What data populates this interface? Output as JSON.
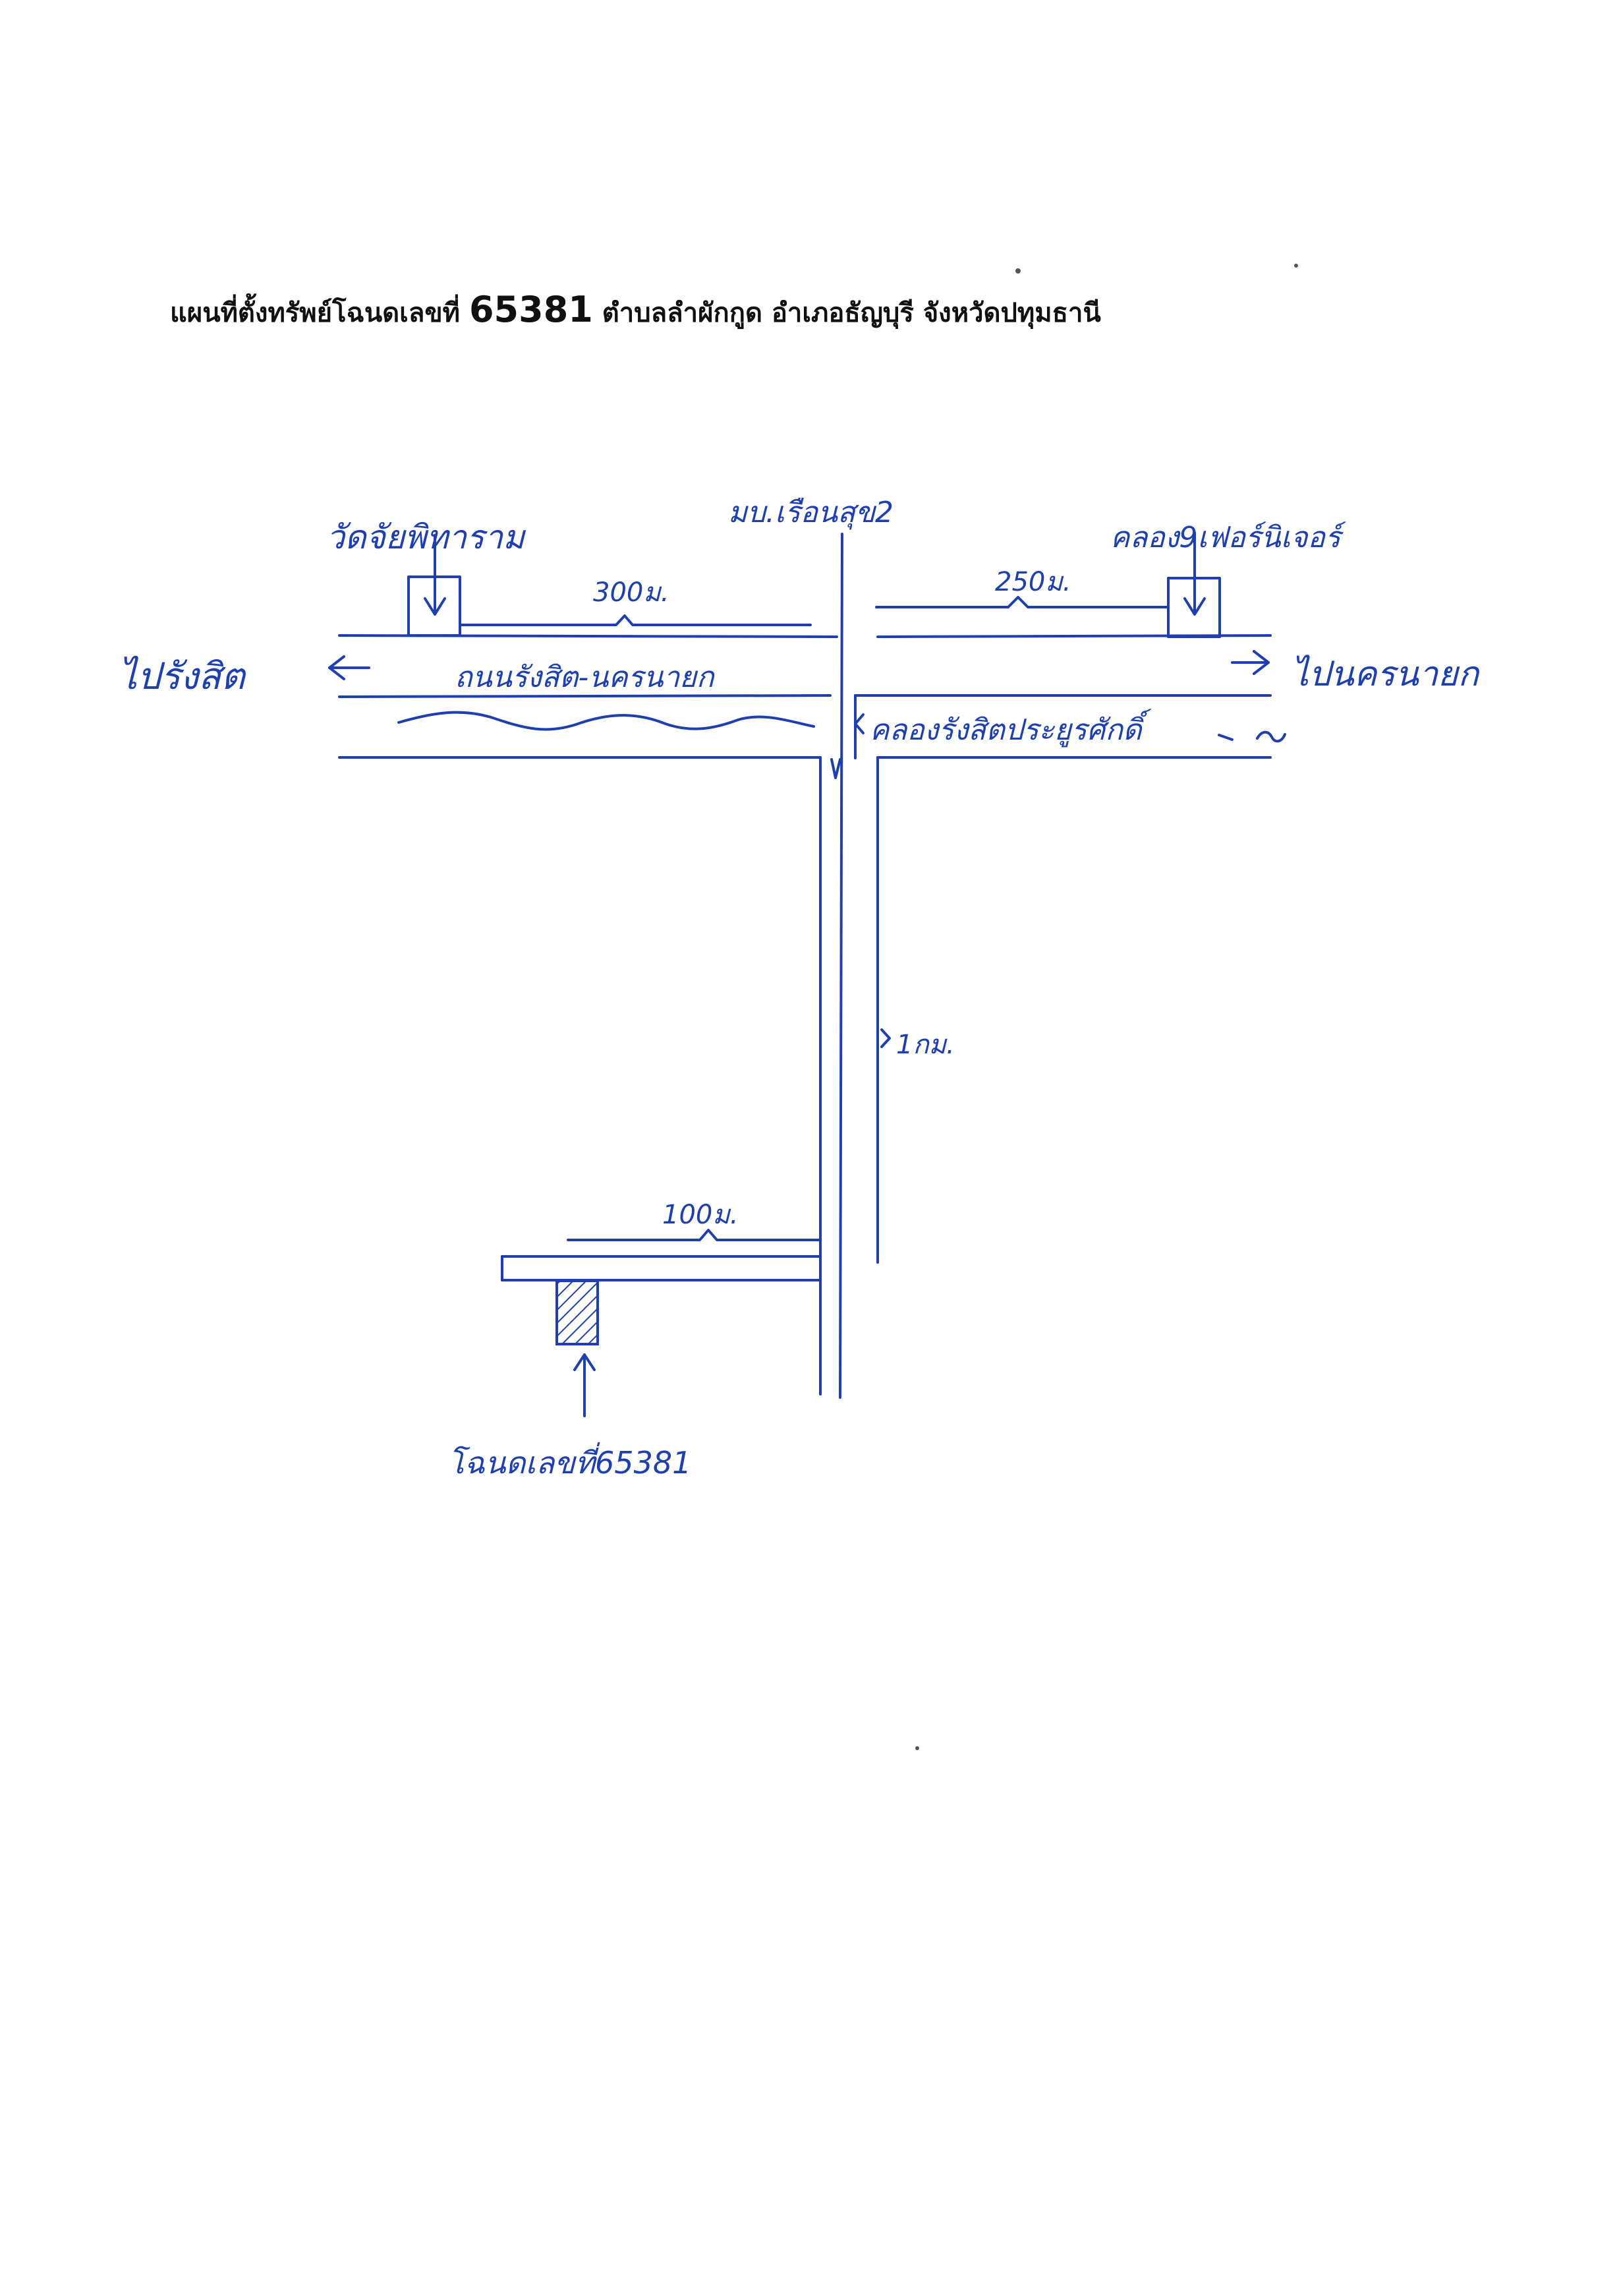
{
  "title": {
    "prefix": "แผนที่ตั้งทรัพย์โฉนดเลขที่",
    "deed_number": "65381",
    "suffix": "ตำบลลำผักกูด อำเภอธัญบุรี จังหวัดปทุมธานี"
  },
  "labels": {
    "temple": "วัดจัยพิทาราม",
    "village": "มบ.เรือนสุข2",
    "landmark_right": "คลอง9เฟอร์นิเจอร์",
    "dist_left": "300ม.",
    "dist_right": "250ม.",
    "to_west": "ไปรังสิต",
    "to_east": "ไปนครนายก",
    "road_name": "ถนนรังสิต-นครนายก",
    "canal_name": "คลองรังสิตประยูรศักดิ์",
    "dist_soi": "1กม.",
    "dist_branch": "100ม.",
    "plot_label": "โฉนดเลขที่65381"
  },
  "colors": {
    "ink": "#1d3fb0",
    "title": "#111111"
  }
}
